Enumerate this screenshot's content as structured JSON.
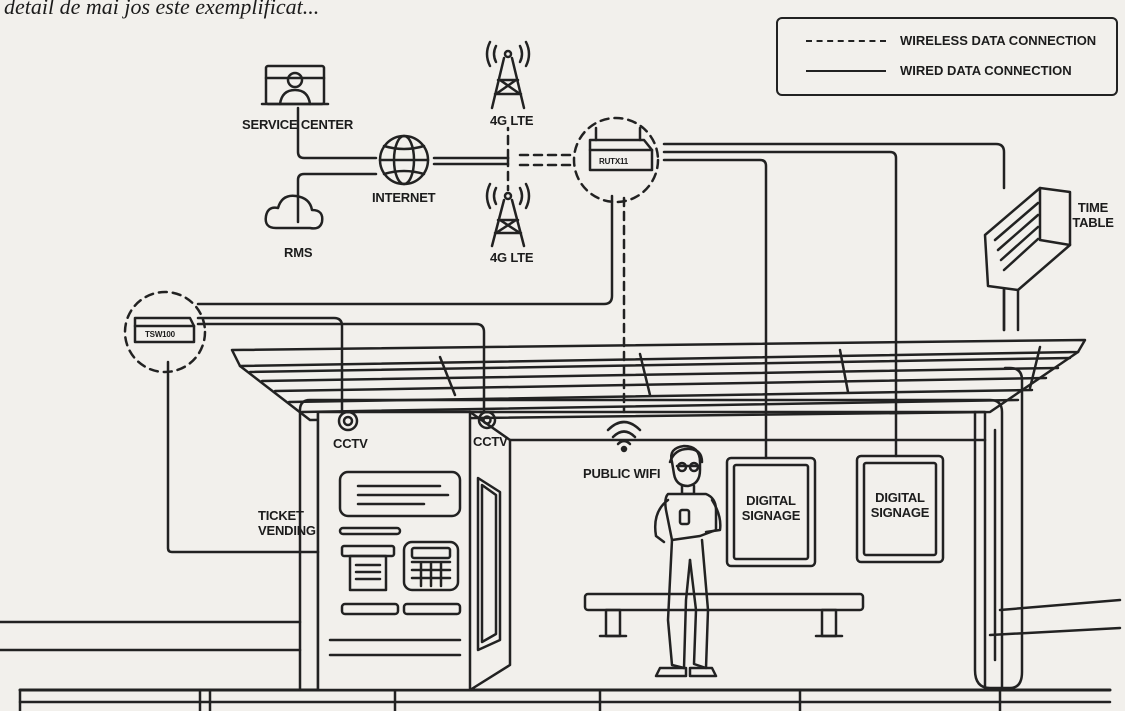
{
  "caption": "detail de mai jos este exemplificat...",
  "legend": {
    "wireless": "WIRELESS DATA CONNECTION",
    "wired": "WIRED DATA CONNECTION"
  },
  "labels": {
    "service_center": "SERVICE CENTER",
    "internet": "INTERNET",
    "rms": "RMS",
    "lte_top": "4G LTE",
    "lte_bottom": "4G LTE",
    "router": "RUTX11",
    "switch": "TSW100",
    "timetable_line1": "TIME",
    "timetable_line2": "TABLE",
    "cctv_left": "CCTV",
    "cctv_right": "CCTV",
    "public_wifi": "PUBLIC WIFI",
    "ticket_line1": "TICKET",
    "ticket_line2": "VENDING",
    "signage1_line1": "DIGITAL",
    "signage1_line2": "SIGNAGE",
    "signage2_line1": "DIGITAL",
    "signage2_line2": "SIGNAGE"
  },
  "colors": {
    "ink": "#222222",
    "paper": "#f2f0ec"
  }
}
